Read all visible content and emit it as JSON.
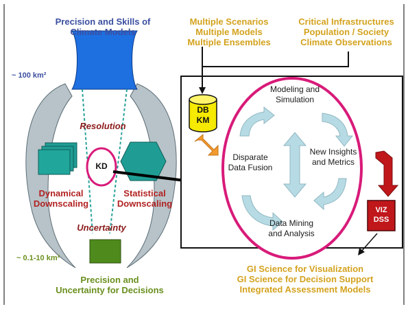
{
  "top_left_title": [
    "Precision and Skills of",
    "Climate Models"
  ],
  "top_middle": [
    "Multiple Scenarios",
    "Multiple Models",
    "Multiple Ensembles"
  ],
  "top_right": [
    "Critical Infrastructures",
    "Population / Society",
    "Climate Observations"
  ],
  "scale_top": "~ 100 km²",
  "scale_bottom": "~ 0.1-10 km²",
  "resolution": "Resolution",
  "uncertainty": "Uncertainty",
  "kd": "KD",
  "dynamical": [
    "Dynamical",
    "Downscaling"
  ],
  "statistical": [
    "Statistical",
    "Downscaling"
  ],
  "bottom_left": [
    "Precision and",
    "Uncertainty for Decisions"
  ],
  "db_km": [
    "DB",
    "KM"
  ],
  "modeling": [
    "Modeling and",
    "Simulation"
  ],
  "disparate": [
    "Disparate",
    "Data Fusion"
  ],
  "insights": [
    "New Insights",
    "and Metrics"
  ],
  "mining": [
    "Data Mining",
    "and Analysis"
  ],
  "viz_dss": [
    "VIZ",
    "DSS"
  ],
  "bottom_right": [
    "GI Science for Visualization",
    "GI Science for Decision Support",
    "Integrated Assessment Models"
  ],
  "colors": {
    "blue": "#3b4ea0",
    "gold": "#d3a21e",
    "maroon": "#8b1a1a",
    "magenta": "#d81b7a",
    "teal": "#2aa39a",
    "green": "#5a8a1a",
    "red": "#c0171b",
    "arrow_light": "#b7dbe4"
  }
}
